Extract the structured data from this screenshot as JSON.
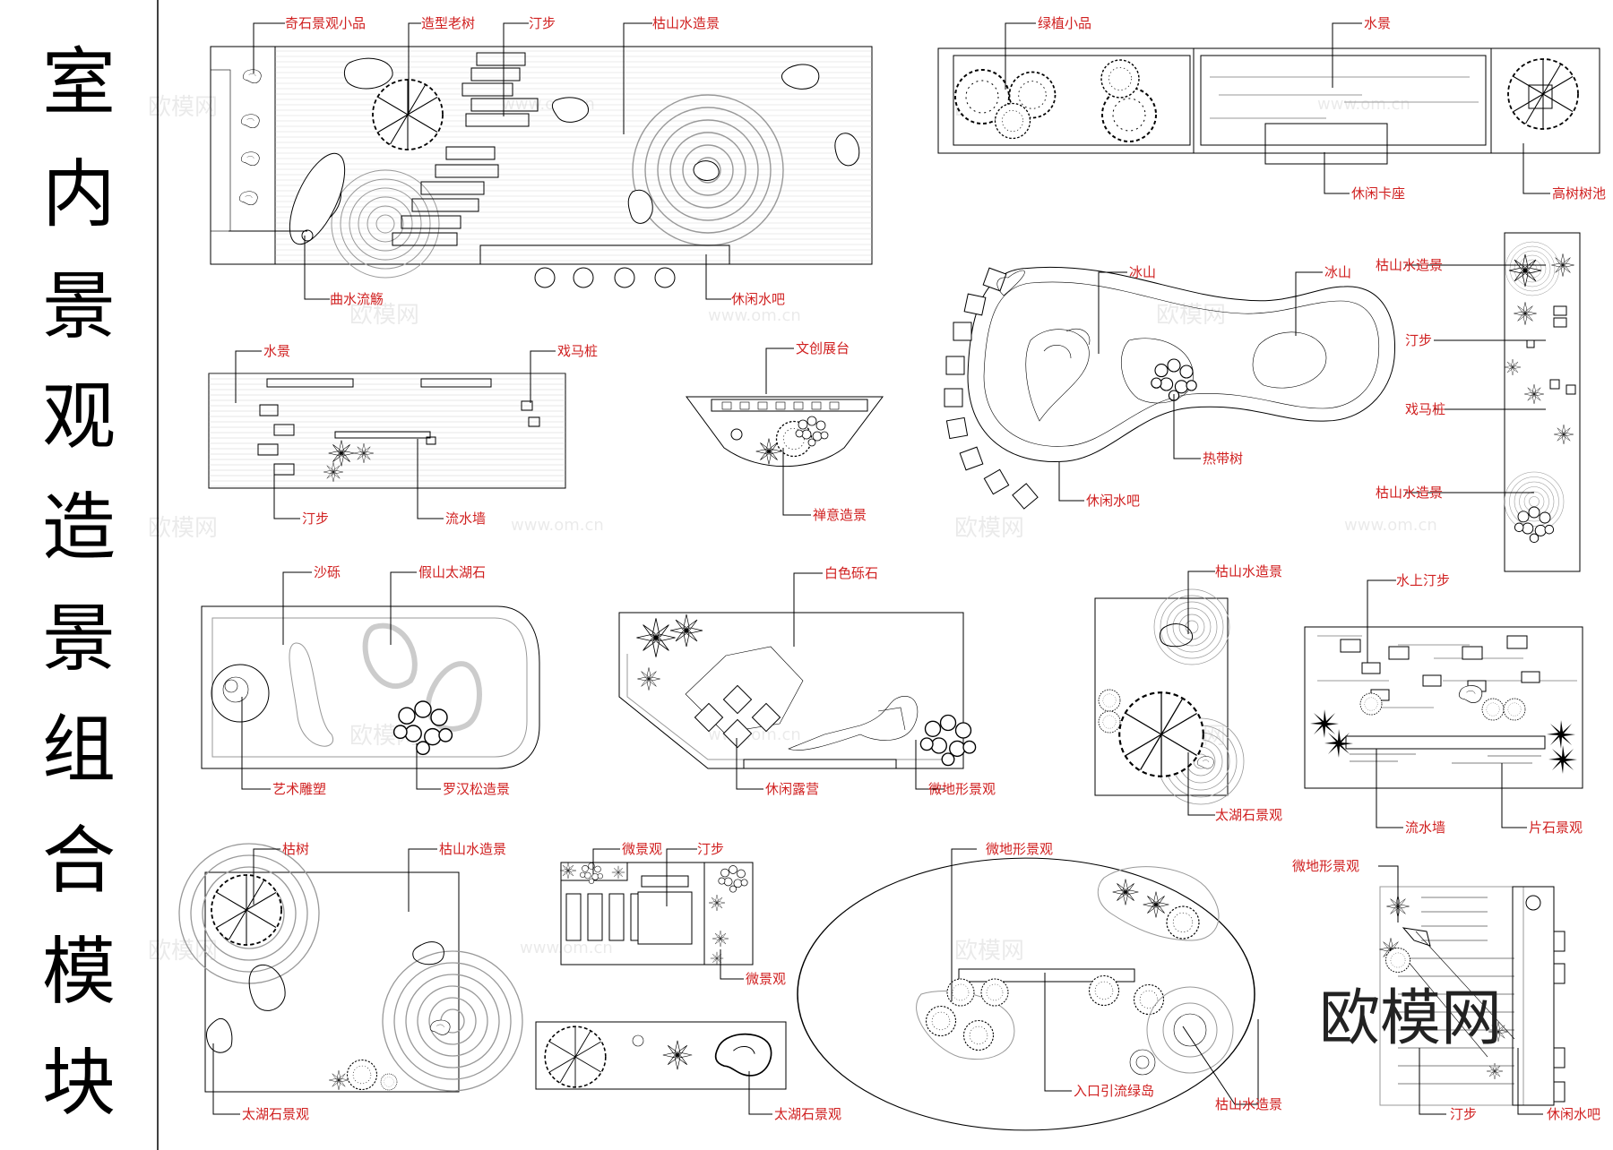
{
  "title_chars": [
    "室",
    "内",
    "景",
    "观",
    "造",
    "景",
    "组",
    "合",
    "模",
    "块"
  ],
  "watermark_cn": "欧模网",
  "watermark_url": "www.om.cn",
  "watermark_big": "欧模网",
  "labels": {
    "m1": [
      "奇石景观小品",
      "造型老树",
      "汀步",
      "枯山水造景",
      "曲水流觞",
      "休闲水吧"
    ],
    "m2": [
      "绿植小品",
      "水景",
      "休闲卡座",
      "高树树池"
    ],
    "m3": [
      "水景",
      "戏马桩",
      "汀步",
      "流水墙"
    ],
    "m4": [
      "文创展台",
      "禅意造景"
    ],
    "m5": [
      "冰山",
      "冰山",
      "热带树",
      "休闲水吧"
    ],
    "m6": [
      "枯山水造景",
      "汀步",
      "戏马桩",
      "枯山水造景"
    ],
    "m7": [
      "沙砾",
      "假山太湖石",
      "艺术雕塑",
      "罗汉松造景"
    ],
    "m8": [
      "白色砾石",
      "休闲露营",
      "微地形景观"
    ],
    "m9": [
      "枯山水造景",
      "太湖石景观"
    ],
    "m10": [
      "水上汀步",
      "流水墙",
      "片石景观"
    ],
    "m11": [
      "枯树",
      "枯山水造景",
      "太湖石景观"
    ],
    "m12": [
      "微景观",
      "汀步",
      "微景观"
    ],
    "m13": [
      "太湖石景观"
    ],
    "m14": [
      "微地形景观",
      "入口引流绿岛",
      "枯山水造景"
    ],
    "m15": [
      "微地形景观",
      "汀步",
      "休闲水吧"
    ]
  }
}
